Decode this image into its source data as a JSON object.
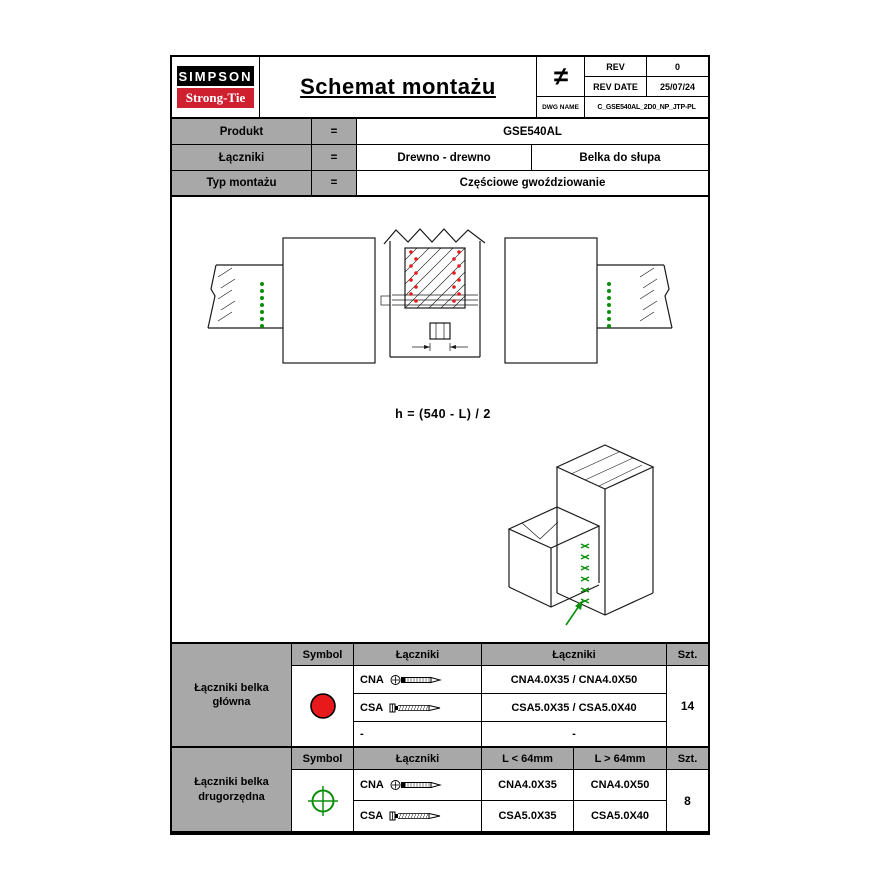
{
  "colors": {
    "red": "#e8191c",
    "green": "#0b8f0b",
    "gray": "#a8a8a8",
    "brand_red": "#cf2030"
  },
  "header": {
    "brand_top": "SIMPSON",
    "brand_bottom": "Strong-Tie",
    "title": "Schemat montażu",
    "projection_symbol": "≠",
    "rev_label": "REV",
    "rev_value": "0",
    "rev_date_label": "REV DATE",
    "rev_date_value": "25/07/24",
    "dwg_label": "DWG NAME",
    "dwg_value": "C_GSE540AL_2D0_NP_JTP-PL"
  },
  "info": {
    "rows": [
      {
        "label": "Produkt",
        "eq": "=",
        "value": "GSE540AL"
      },
      {
        "label": "Łączniki",
        "eq": "=",
        "value1": "Drewno - drewno",
        "value2": "Belka do słupa"
      },
      {
        "label": "Typ montażu",
        "eq": "=",
        "value": "Częściowe gwoździowanie"
      }
    ]
  },
  "drawing": {
    "formula": "h = (540 - L) / 2"
  },
  "table_main": {
    "row_label": "Łączniki belka główna",
    "headers": [
      "Symbol",
      "Łączniki",
      "Łączniki",
      "Szt."
    ],
    "symbol_icon": "red-dot-symbol",
    "rows": [
      {
        "code": "CNA",
        "icon": "nail-icon",
        "spec": "CNA4.0X35 / CNA4.0X50"
      },
      {
        "code": "CSA",
        "icon": "screw-icon",
        "spec": "CSA5.0X35 / CSA5.0X40"
      },
      {
        "code": "-",
        "icon": "",
        "spec": "-"
      }
    ],
    "qty": "14"
  },
  "table_secondary": {
    "row_label": "Łączniki belka drugorzędna",
    "headers": [
      "Symbol",
      "Łączniki",
      "L < 64mm",
      "L > 64mm",
      "Szt."
    ],
    "symbol_icon": "green-crosshair-symbol",
    "rows": [
      {
        "code": "CNA",
        "icon": "nail-icon",
        "spec_short": "CNA4.0X35",
        "spec_long": "CNA4.0X50"
      },
      {
        "code": "CSA",
        "icon": "screw-icon",
        "spec_short": "CSA5.0X35",
        "spec_long": "CSA5.0X40"
      }
    ],
    "qty": "8"
  }
}
